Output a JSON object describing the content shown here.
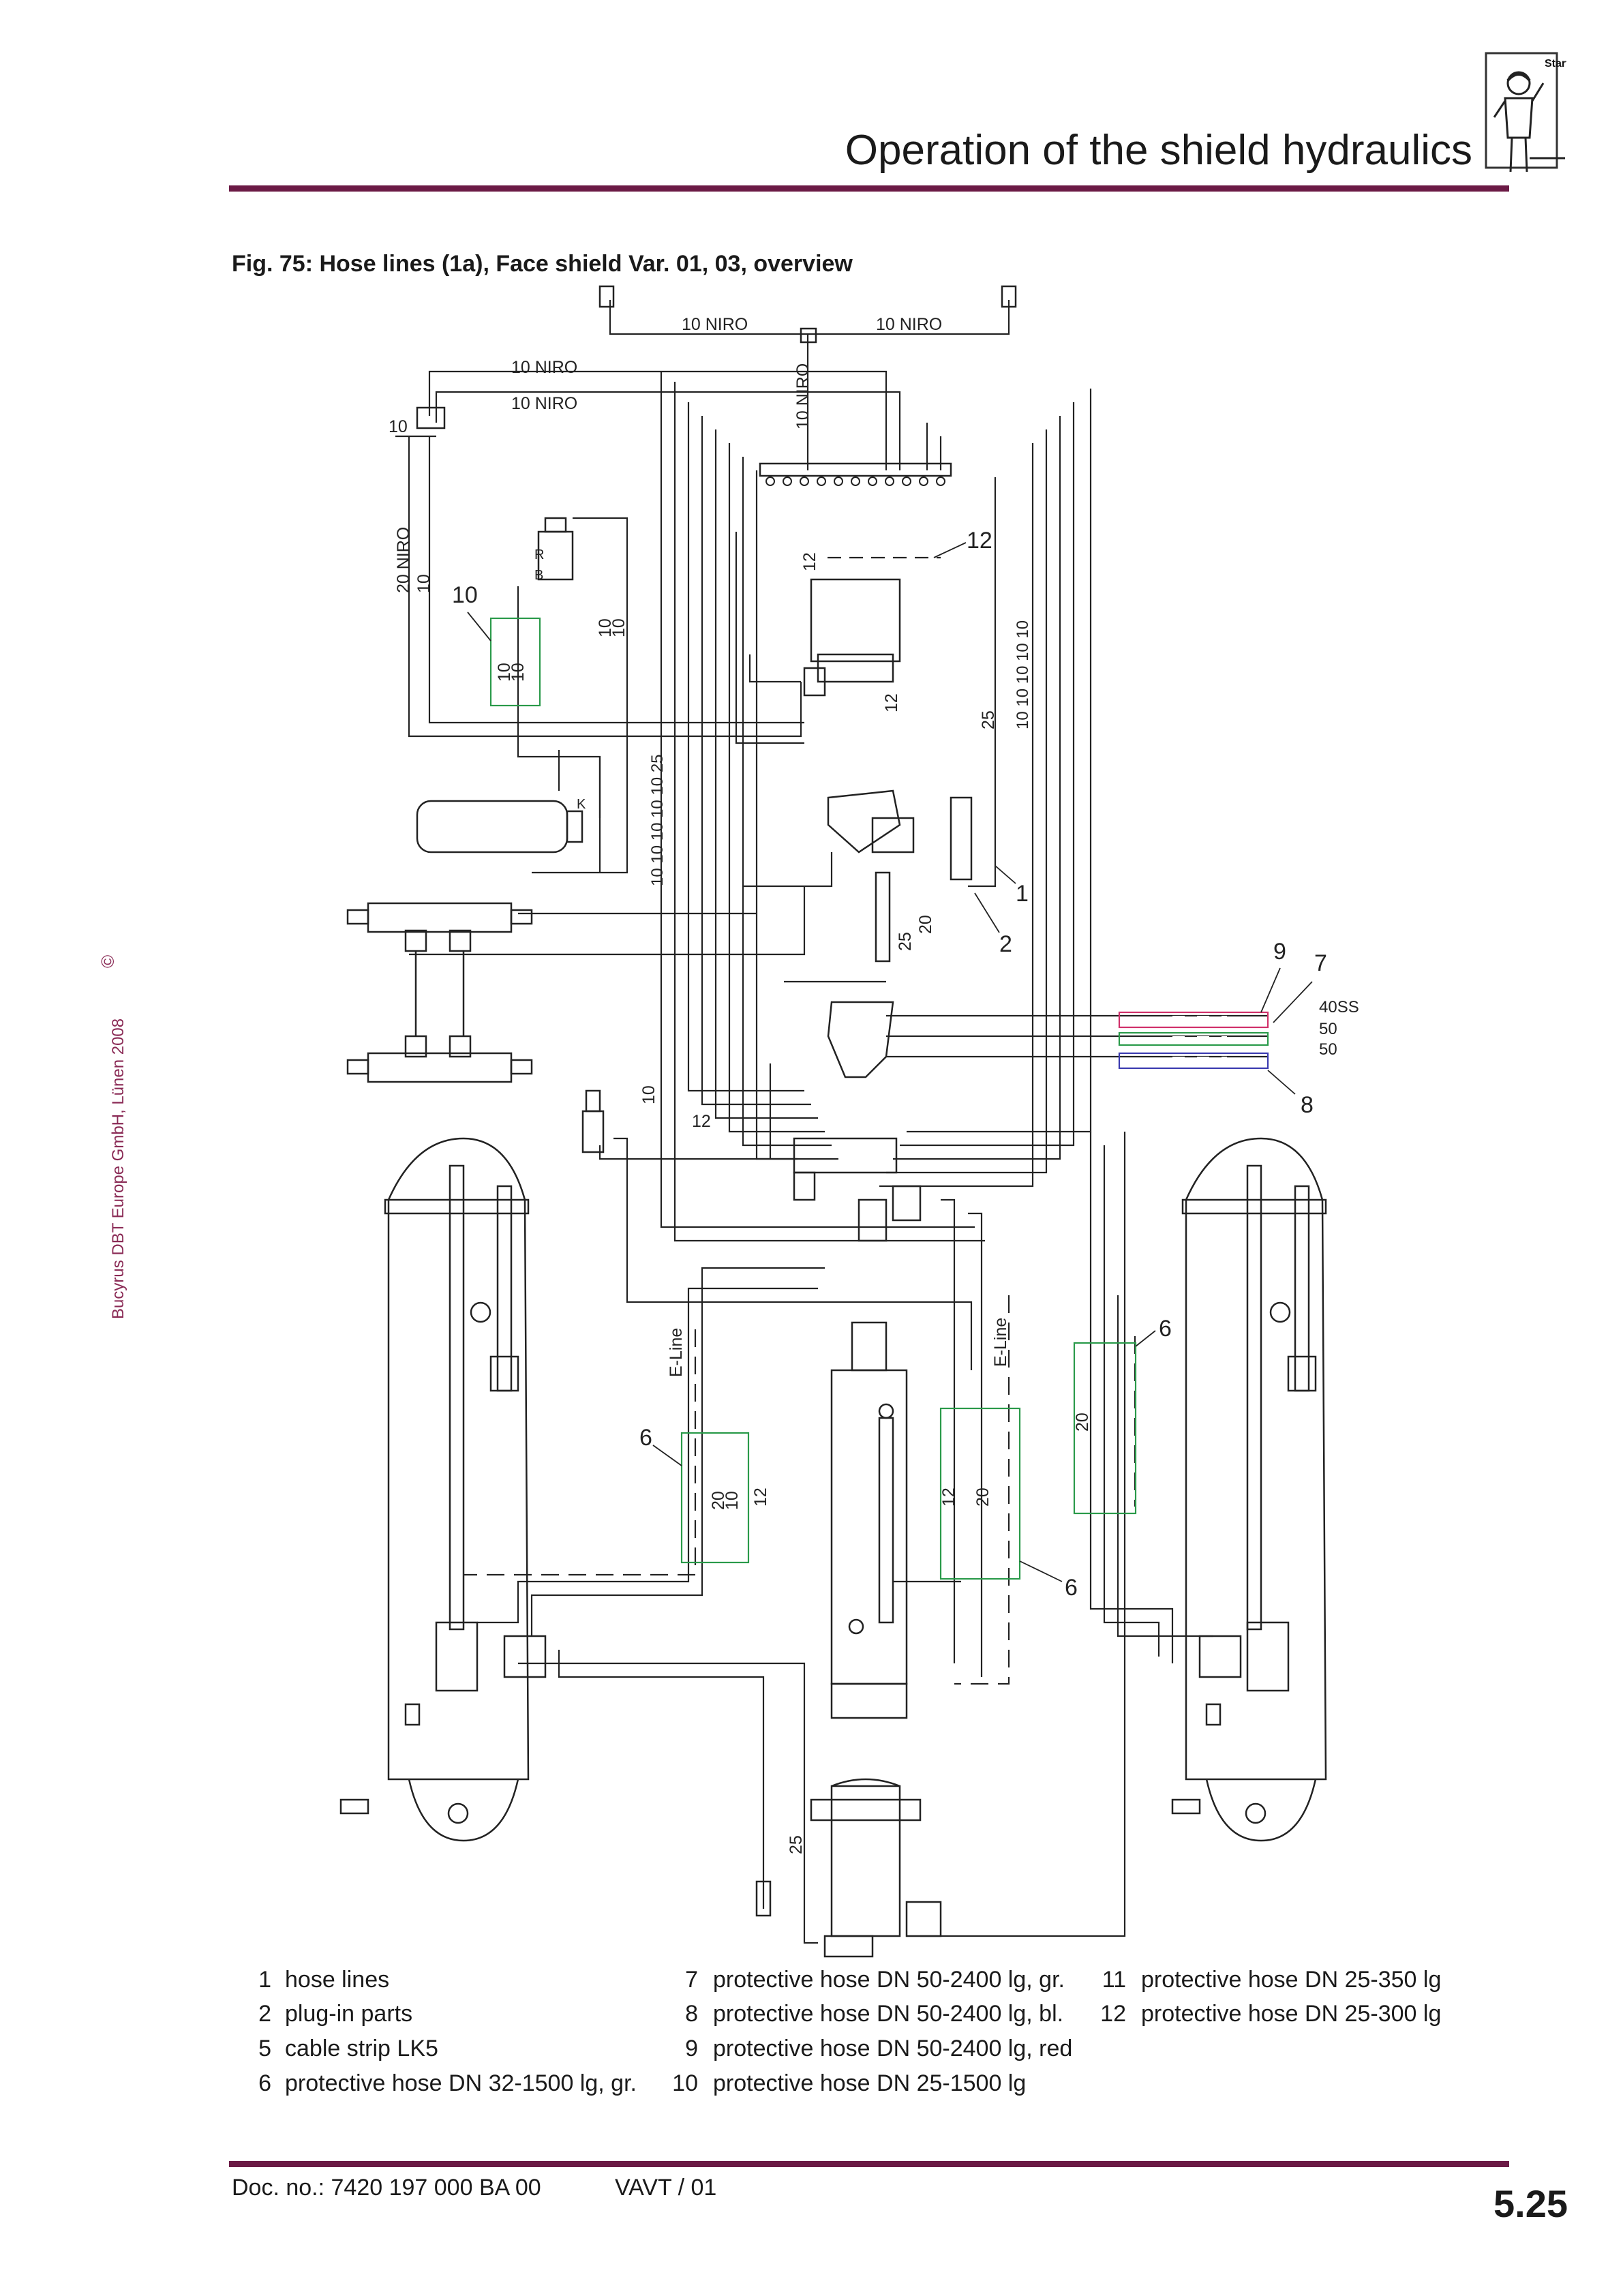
{
  "header": {
    "title": "Operation of the shield hydraulics",
    "start_badge": "Start"
  },
  "figure": {
    "caption": "Fig. 75:  Hose lines (1a), Face shield Var. 01, 03, overview"
  },
  "copyright": "Bucyrus DBT Europe GmbH, Lünen 2008",
  "copyright_symbol": "©",
  "diagram": {
    "labels": {
      "niro_top_left": "10 NIRO",
      "niro_top_right": "10 NIRO",
      "niro_mid_1": "10 NIRO",
      "niro_mid_2": "10 NIRO",
      "niro_vertical": "10 NIRO",
      "niro_left_vertical": "20 NIRO",
      "n10_a": "10",
      "n10_b": "10",
      "n10_c": "10",
      "n10_d": "10",
      "n10_e": "10",
      "n10_f": "10",
      "n10_g": "10",
      "n10_h": "10",
      "n12_a": "12",
      "n12_b": "12",
      "n12_c": "12",
      "n12_d": "12",
      "n12_e": "12",
      "n20_a": "20",
      "n20_b": "20",
      "n20_c": "20",
      "n20_d": "20",
      "n25_a": "25",
      "n25_b": "25",
      "n25_c": "25",
      "v10_stack": "10 10 10 10 10",
      "v10_stack_mid": "10 10 10 10 10 25",
      "e_line_1": "E-Line",
      "e_line_2": "E-Line",
      "ss40": "40SS",
      "d50a": "50",
      "d50b": "50",
      "letter_r": "R",
      "letter_b": "B",
      "letter_k": "K",
      "callout_1": "1",
      "callout_2": "2",
      "callout_6a": "6",
      "callout_6b": "6",
      "callout_6c": "6",
      "callout_7": "7",
      "callout_8": "8",
      "callout_9": "9",
      "callout_10": "10",
      "callout_12": "12"
    },
    "colors": {
      "line": "#222222",
      "green": "#2a9a4a",
      "red": "#d0306a",
      "blue": "#3a3ab0"
    }
  },
  "legend": [
    {
      "num": "1",
      "text": "hose lines"
    },
    {
      "num": "2",
      "text": "plug-in parts"
    },
    {
      "num": "5",
      "text": "cable strip LK5"
    },
    {
      "num": "6",
      "text": "protective hose DN 32-1500 lg, gr."
    },
    {
      "num": "7",
      "text": "protective hose DN 50-2400 lg, gr."
    },
    {
      "num": "8",
      "text": "protective hose DN 50-2400 lg, bl."
    },
    {
      "num": "9",
      "text": "protective hose DN 50-2400 lg, red"
    },
    {
      "num": "10",
      "text": "protective hose DN 25-1500 lg"
    },
    {
      "num": "11",
      "text": "protective hose DN 25-350 lg"
    },
    {
      "num": "12",
      "text": "protective hose DN 25-300 lg"
    }
  ],
  "footer": {
    "doc_no": "Doc. no.: 7420 197 000 BA 00",
    "version": "VAVT / 01",
    "page": "5.25"
  }
}
